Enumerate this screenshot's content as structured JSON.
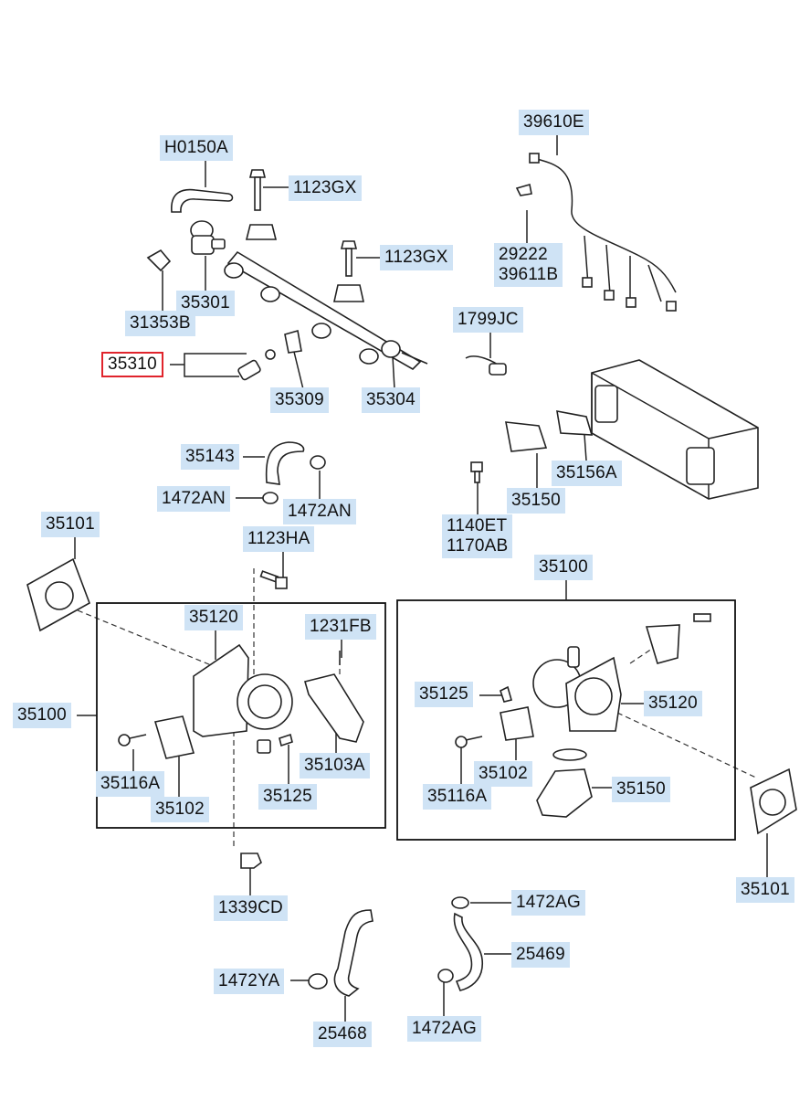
{
  "diagram": {
    "labels": {
      "h0150a": "H0150A",
      "p1123gx_a": "1123GX",
      "p1123gx_b": "1123GX",
      "p39610e": "39610E",
      "p29222": "29222",
      "p39611b": "39611B",
      "p35301": "35301",
      "p31353b": "31353B",
      "p35310": "35310",
      "p35309": "35309",
      "p35304": "35304",
      "p1799jc": "1799JC",
      "p35143": "35143",
      "p1472an_l": "1472AN",
      "p1472an_r": "1472AN",
      "p35150_top": "35150",
      "p35156a": "35156A",
      "p1140et": "1140ET",
      "p1170ab": "1170AB",
      "p35101_l": "35101",
      "p1123ha": "1123HA",
      "p35100_r": "35100",
      "p35120_l": "35120",
      "p1231fb": "1231FB",
      "p35100_l": "35100",
      "p35116a_l": "35116A",
      "p35102_l": "35102",
      "p35125_l": "35125",
      "p35103a": "35103A",
      "p35125_r": "35125",
      "p35120_r": "35120",
      "p35102_r": "35102",
      "p35116a_r": "35116A",
      "p35150_r": "35150",
      "p35101_r": "35101",
      "p1339cd": "1339CD",
      "p1472ag_top": "1472AG",
      "p25469": "25469",
      "p1472ya": "1472YA",
      "p25468": "25468",
      "p1472ag_bot": "1472AG"
    },
    "highlight_color": "#e0242c",
    "label_bg_color": "#cfe3f5"
  }
}
